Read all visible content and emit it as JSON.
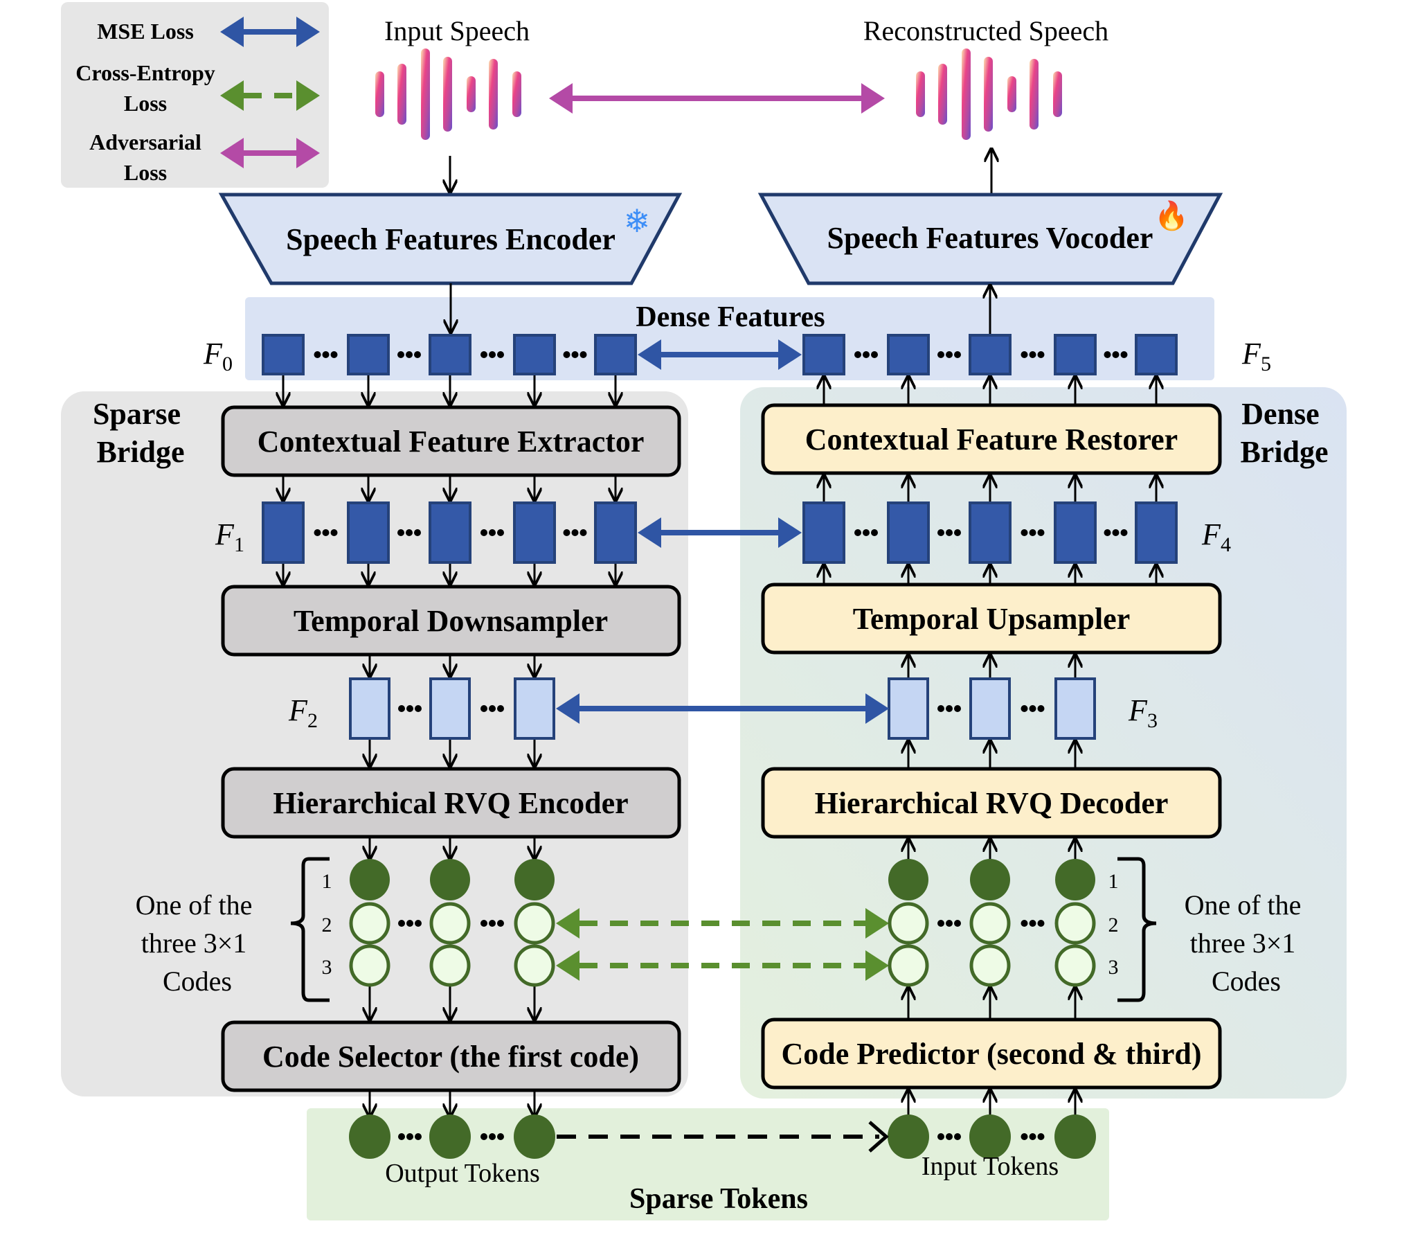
{
  "legend": {
    "items": [
      {
        "label_lines": [
          "MSE Loss"
        ],
        "style": "solid",
        "color": "#2f55a4"
      },
      {
        "label_lines": [
          "Cross-Entropy",
          "Loss"
        ],
        "style": "dashed",
        "color": "#5a8f2f"
      },
      {
        "label_lines": [
          "Adversarial",
          "Loss"
        ],
        "style": "solid",
        "color": "#b44aa6"
      }
    ]
  },
  "top": {
    "input_label": "Input Speech",
    "output_label": "Reconstructed Speech"
  },
  "encoder": {
    "label": "Speech Features Encoder",
    "status_icon": "snowflake-icon",
    "status_glyph": "❄"
  },
  "vocoder": {
    "label": "Speech Features Vocoder",
    "status_icon": "fire-icon",
    "status_glyph": "🔥"
  },
  "dense_features": {
    "label": "Dense Features",
    "left_var": "F",
    "left_sub": "0",
    "right_var": "F",
    "right_sub": "5",
    "count": 5
  },
  "sparse_bridge": {
    "title_lines": [
      "Sparse",
      "Bridge"
    ],
    "blocks": {
      "extractor": "Contextual Feature Extractor",
      "downsampler": "Temporal Downsampler",
      "rvq": "Hierarchical RVQ Encoder",
      "selector": "Code Selector (the first code)"
    },
    "f1": {
      "var": "F",
      "sub": "1",
      "count": 5
    },
    "f2": {
      "var": "F",
      "sub": "2",
      "count": 3
    },
    "codes_note_lines": [
      "One of the",
      "three 3×1",
      "Codes"
    ],
    "code_indices": [
      "1",
      "2",
      "3"
    ]
  },
  "dense_bridge": {
    "title_lines": [
      "Dense",
      "Bridge"
    ],
    "blocks": {
      "restorer": "Contextual Feature Restorer",
      "upsampler": "Temporal Upsampler",
      "rvq": "Hierarchical RVQ Decoder",
      "predictor": "Code Predictor (second & third)"
    },
    "f4": {
      "var": "F",
      "sub": "4",
      "count": 5
    },
    "f3": {
      "var": "F",
      "sub": "3",
      "count": 3
    },
    "codes_note_lines": [
      "One of the",
      "three 3×1",
      "Codes"
    ],
    "code_indices": [
      "1",
      "2",
      "3"
    ]
  },
  "sparse_tokens": {
    "label": "Sparse Tokens",
    "output_label": "Output Tokens",
    "input_label": "Input Tokens"
  },
  "colors": {
    "mse": "#2f55a4",
    "cross_entropy": "#5a8f2f",
    "adversarial": "#b44aa6",
    "feature_dark": "#3459a8",
    "feature_light": "#c5d6f3",
    "code_dark": "#436a28",
    "code_light": "#eefbe6",
    "sparse_block": "#d0cecf",
    "dense_block": "#fdefcb",
    "trapezoid": "#dae3f4"
  }
}
